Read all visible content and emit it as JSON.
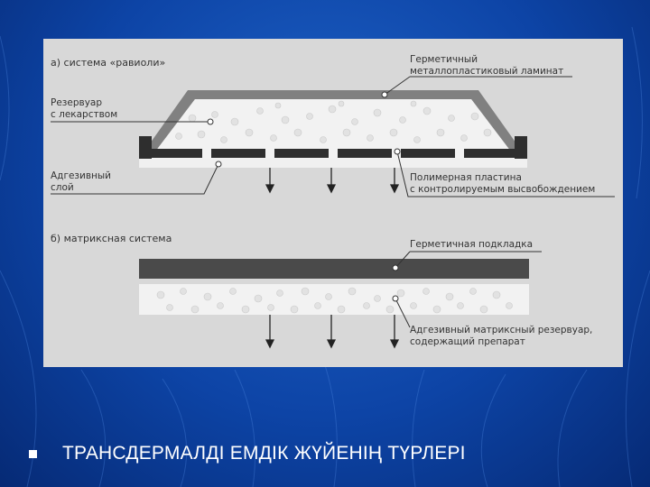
{
  "diagram": {
    "section_a": {
      "title": "а) система «равиоли»",
      "label_reservoir_line1": "Резервуар",
      "label_reservoir_line2": "с лекарством",
      "label_laminate_line1": "Герметичный",
      "label_laminate_line2": "металлопластиковый ламинат",
      "label_adhesive_line1": "Адгезивный",
      "label_adhesive_line2": "слой",
      "label_membrane_line1": "Полимерная пластина",
      "label_membrane_line2": "с контролируемым высвобождением"
    },
    "section_b": {
      "title": "б) матриксная система",
      "label_backing": "Герметичная подкладка",
      "label_matrix_line1": "Адгезивный матриксный резервуар,",
      "label_matrix_line2": "содержащий препарат"
    },
    "colors": {
      "panel_bg": "#d8d8d8",
      "laminate": "#808080",
      "membrane": "#2e2e2e",
      "backing": "#4a4a4a",
      "reservoir": "#f2f2f2"
    }
  },
  "slide": {
    "caption": "ТРАНСДЕРМАЛДІ ЕМДІК ЖҮЙЕНІҢ ТҮРЛЕРІ"
  }
}
